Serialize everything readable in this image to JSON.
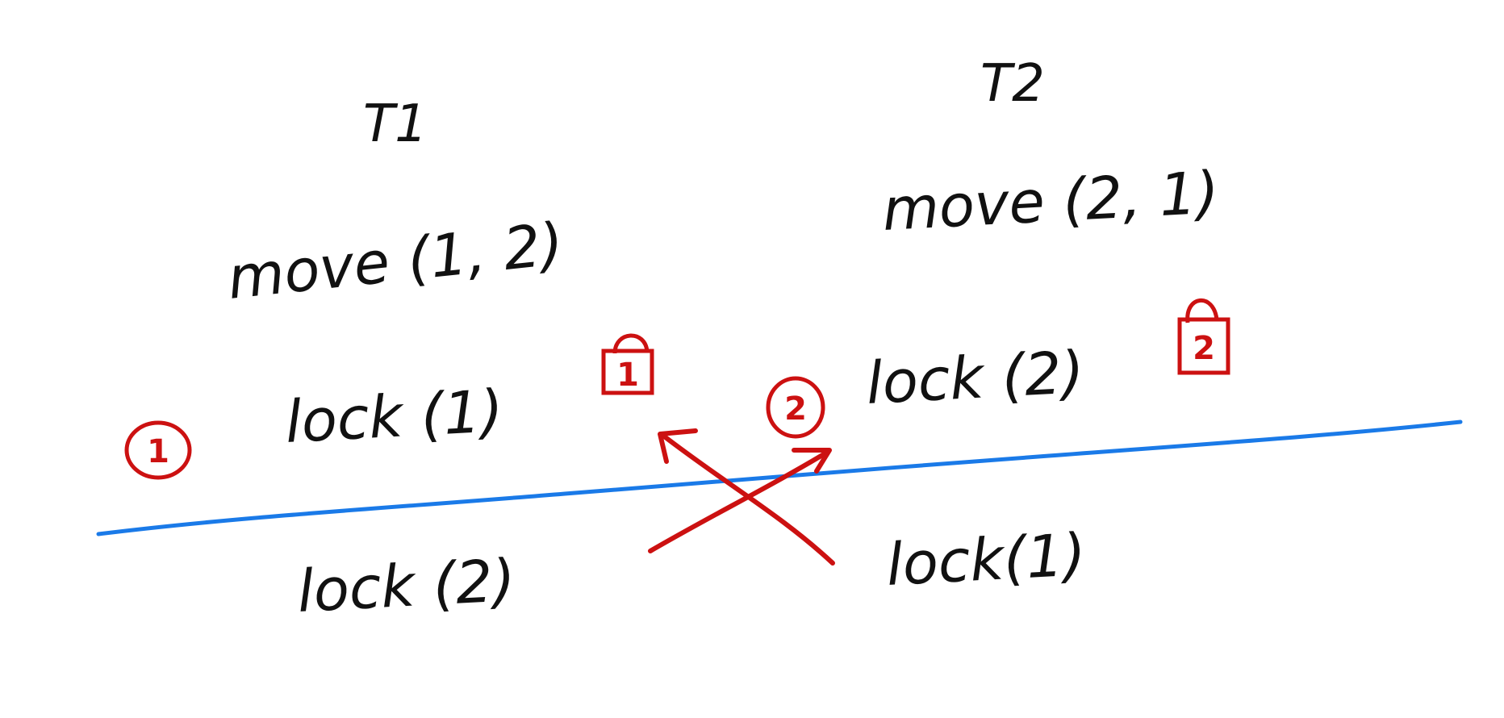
{
  "columns": {
    "t1": {
      "header": "T1",
      "call": "move (1, 2)",
      "first_lock": "lock (1)",
      "second_lock": "lock (2)",
      "step_marker": "1",
      "held_lock_badge": "1"
    },
    "t2": {
      "header": "T2",
      "call": "move (2, 1)",
      "first_lock": "lock (2)",
      "second_lock": "lock(1)",
      "step_marker": "2",
      "held_lock_badge": "2"
    }
  },
  "colors": {
    "ink": "#111111",
    "annotation": "#cc1111",
    "divider": "#1a7ae8"
  },
  "icons": [
    "padlock-icon",
    "cross-arrow-icon"
  ]
}
